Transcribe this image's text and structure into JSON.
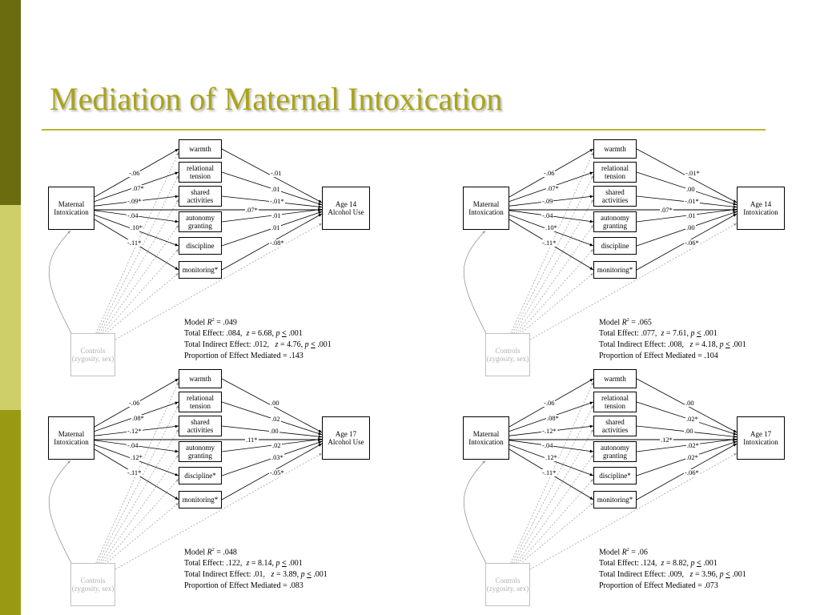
{
  "slide": {
    "title": "Mediation of Maternal Intoxication",
    "colors": {
      "title": "#a9a419",
      "rule": "#b9b432",
      "sidebar": [
        "#6b6b0f",
        "#cfcf6a",
        "#9a9a12"
      ]
    }
  },
  "diagrams": [
    {
      "predictor": "Maternal\nIntoxication",
      "outcome": "Age 14\nAlcohol Use",
      "controls": "Controls\n(zygosity, sex)",
      "mediators": [
        "warmth",
        "relational\ntension",
        "shared\nactivities",
        "autonomy\ngranting",
        "discipline",
        "monitoring*"
      ],
      "a_paths": [
        "-.06",
        ".07*",
        "-.09*",
        "-.04",
        ".10*",
        "-.11*"
      ],
      "b_paths": [
        "-.01",
        ".01",
        "-.01*",
        ".01",
        ".01",
        "-.08*"
      ],
      "direct": ".07*",
      "stats": {
        "model_r2_label": "Model",
        "model_r2_symbol": "R",
        "model_r2_sup": "2",
        "model_r2_value": "= .049",
        "total_label": "Total Effect: .084,",
        "total_z": "= 6.68,",
        "total_p": ".001",
        "indirect_label": "Total Indirect Effect: .012,",
        "indirect_z": "= 4.76,",
        "indirect_p": ".001",
        "proportion": "Proportion of Effect Mediated = .143"
      }
    },
    {
      "predictor": "Maternal\nIntoxication",
      "outcome": "Age 14\nIntoxication",
      "controls": "Controls\n(zygosity, sex)",
      "mediators": [
        "warmth",
        "relational\ntension",
        "shared\nactivities",
        "autonomy\ngranting",
        "discipline",
        "monitoring*"
      ],
      "a_paths": [
        "-.06",
        ".07*",
        "-.09",
        "-.04",
        ".10*",
        "-.11*"
      ],
      "b_paths": [
        "-.01*",
        ".00",
        "-.01*",
        ".01",
        ".00",
        "-.06*"
      ],
      "direct": ".07*",
      "stats": {
        "model_r2_label": "Model",
        "model_r2_symbol": "R",
        "model_r2_sup": "2",
        "model_r2_value": "= .065",
        "total_label": "Total Effect: .077,",
        "total_z": "= 7.61,",
        "total_p": ".001",
        "indirect_label": "Total Indirect Effect: .008,",
        "indirect_z": "= 4.18,",
        "indirect_p": ".001",
        "proportion": "Proportion of Effect Mediated = .104"
      }
    },
    {
      "predictor": "Maternal\nIntoxication",
      "outcome": "Age 17\nAlcohol Use",
      "controls": "Controls\n(zygosity, sex)",
      "mediators": [
        "warmth",
        "relational\ntension",
        "shared\nactivities",
        "autonomy\ngranting",
        "discipline*",
        "monitoring*"
      ],
      "a_paths": [
        "-.06",
        ".08*",
        "-.12*",
        "-.04",
        ".12*",
        "-.11*"
      ],
      "b_paths": [
        ".00",
        ".02",
        ".00",
        ".02",
        ".03*",
        "-.05*"
      ],
      "direct": ".11*",
      "stats": {
        "model_r2_label": "Model",
        "model_r2_symbol": "R",
        "model_r2_sup": "2",
        "model_r2_value": "= .048",
        "total_label": "Total Effect: .122,",
        "total_z": "= 8.14,",
        "total_p": ".001",
        "indirect_label": "Total Indirect Effect: .01,",
        "indirect_z": "= 3.89,",
        "indirect_p": ".001",
        "proportion": "Proportion of Effect Mediated = .083"
      }
    },
    {
      "predictor": "Maternal\nIntoxication",
      "outcome": "Age 17\nIntoxication",
      "controls": "Controls\n(zygosity, sex)",
      "mediators": [
        "warmth",
        "relational\ntension",
        "shared\nactivities",
        "autonomy\ngranting",
        "discipline*",
        "monitoring*"
      ],
      "a_paths": [
        "-.06",
        ".08*",
        "-.12*",
        "-.04",
        ".12*",
        "-.11*"
      ],
      "b_paths": [
        ".00",
        ".02*",
        ".00",
        ".02*",
        ".02*",
        "-.06*"
      ],
      "direct": ".12*",
      "stats": {
        "model_r2_label": "Model",
        "model_r2_symbol": "R",
        "model_r2_sup": "2",
        "model_r2_value": "= .06",
        "total_label": "Total Effect: .124,",
        "total_z": "= 8.82,",
        "total_p": ".001",
        "indirect_label": "Total Indirect Effect: .009,",
        "indirect_z": "= 3.96,",
        "indirect_p": ".001",
        "proportion": "Proportion of Effect Mediated = .073"
      }
    }
  ]
}
